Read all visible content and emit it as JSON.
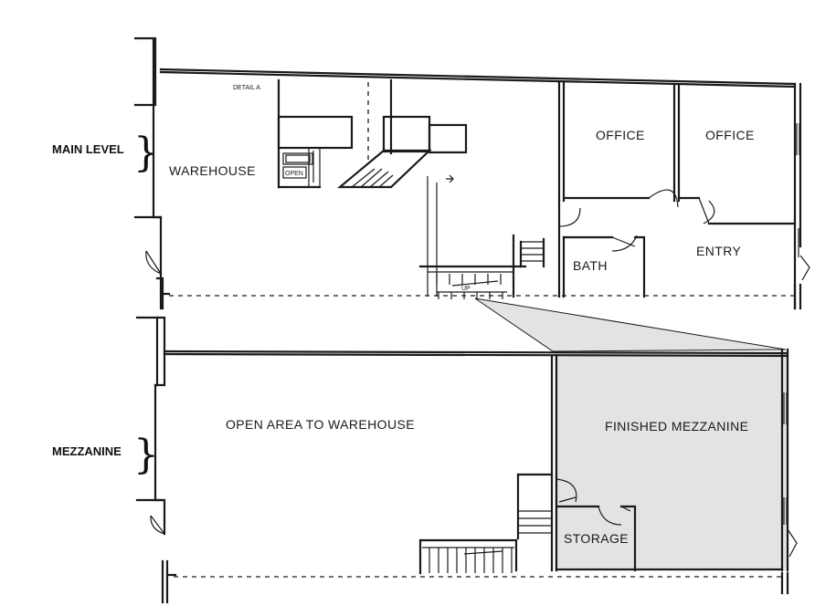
{
  "levels": {
    "main": "MAIN LEVEL",
    "mezzanine": "MEZZANINE"
  },
  "main_level": {
    "detail_label": "DETAIL A",
    "warehouse": "WAREHOUSE",
    "open_label": "OPEN",
    "office_left": "OFFICE",
    "office_right": "OFFICE",
    "entry": "ENTRY",
    "bath": "BATH",
    "up_label": "UP"
  },
  "mezzanine_level": {
    "open_area": "OPEN AREA TO WAREHOUSE",
    "finished": "FINISHED MEZZANINE",
    "storage": "STORAGE"
  },
  "colors": {
    "line": "#1a1a1a",
    "mezzanine_fill": "#e3e3e5"
  }
}
